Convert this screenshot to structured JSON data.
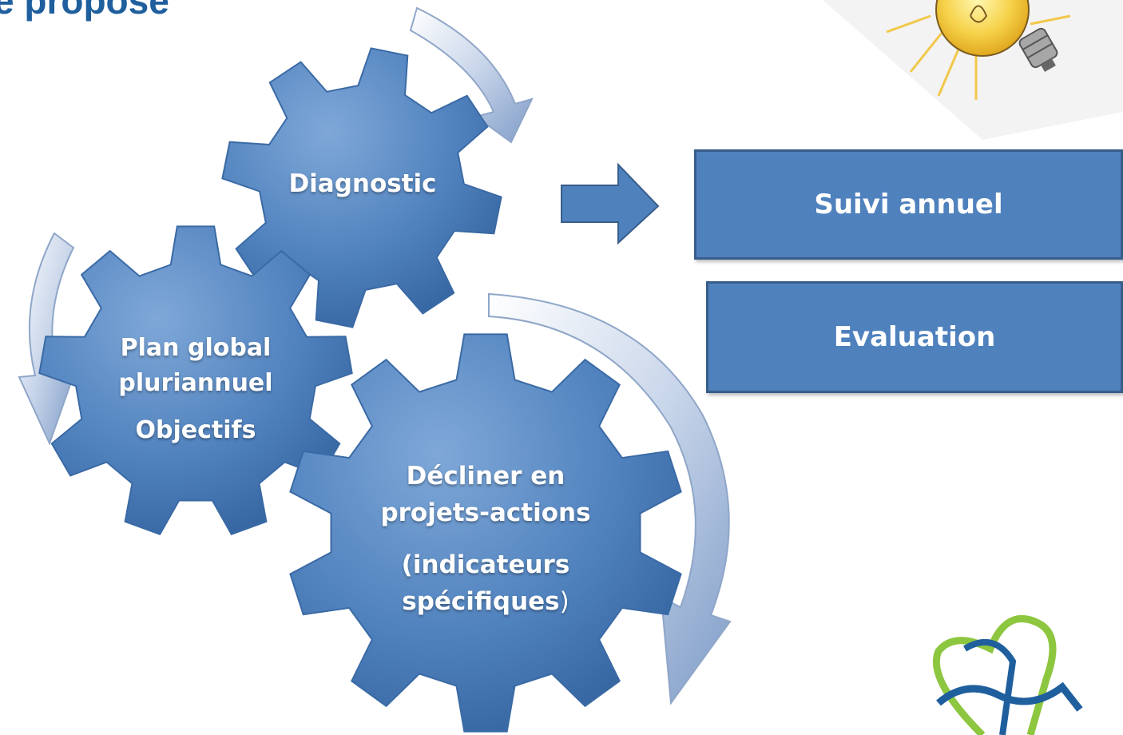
{
  "page": {
    "title": "e propose"
  },
  "gears": {
    "diagnostic": {
      "label": "Diagnostic"
    },
    "plan": {
      "line1": "Plan global",
      "line2": "pluriannuel",
      "line3": "Objectifs"
    },
    "decliner": {
      "line1": "Décliner en",
      "line2": "projets-actions",
      "line3": "(indicateurs",
      "line4": "spécifiques",
      "line4_suffix": ")"
    }
  },
  "boxes": {
    "suivi": "Suivi annuel",
    "evaluation": "Evaluation"
  },
  "colors": {
    "gear_fill": "#4f81bd",
    "gear_dark": "#2e5e98",
    "box_fill": "#4f81bd",
    "box_border": "#385d8a",
    "title": "#1f5f9e",
    "logo_blue": "#1f5f9e",
    "logo_green": "#8dc63f"
  },
  "icons": {
    "lightbulb": "lightbulb-icon",
    "logo": "heart-logo-icon"
  }
}
